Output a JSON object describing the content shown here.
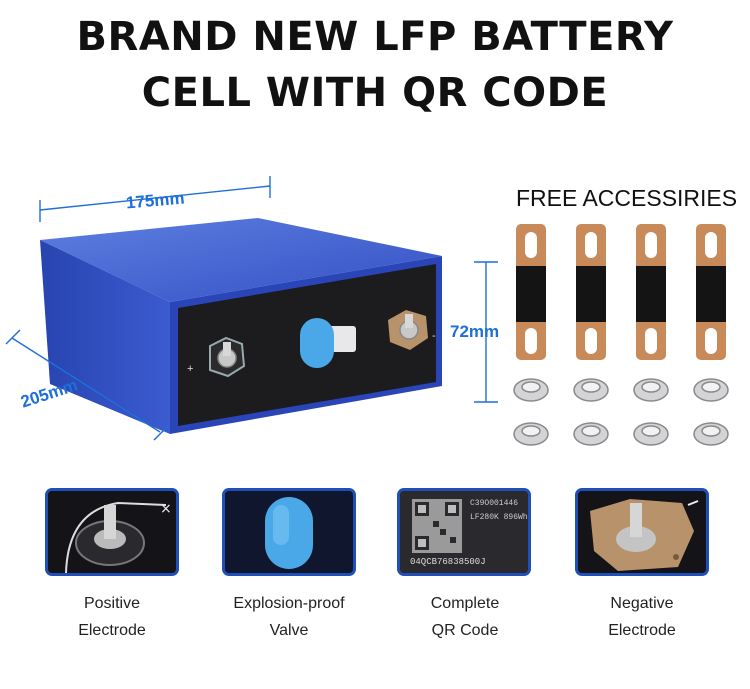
{
  "title": {
    "line1": "BRAND NEW LFP BATTERY",
    "line2": "CELL WITH QR CODE"
  },
  "dimensions": {
    "width": "175mm",
    "depth": "205mm",
    "height": "72mm"
  },
  "terminal_marks": {
    "positive": "+",
    "negative": "-"
  },
  "accessories": {
    "title": "FREE ACCESSIRIES",
    "busbar_count": 4,
    "nut_count": 8
  },
  "features": [
    {
      "line1": "Positive",
      "line2": "Electrode"
    },
    {
      "line1": "Explosion-proof",
      "line2": "Valve"
    },
    {
      "line1": "Complete",
      "line2": "QR Code"
    },
    {
      "line1": "Negative",
      "line2": "Electrode"
    }
  ],
  "qr_thumb": {
    "code_line1": "C39O001446",
    "code_line2": "LF280K 896Wh",
    "serial": "04QCB76838500J"
  },
  "colors": {
    "accent": "#1e6fd9",
    "battery_blue": "#2f4fc4",
    "valve_blue": "#4aa8e8",
    "copper": "#c98a5a"
  }
}
